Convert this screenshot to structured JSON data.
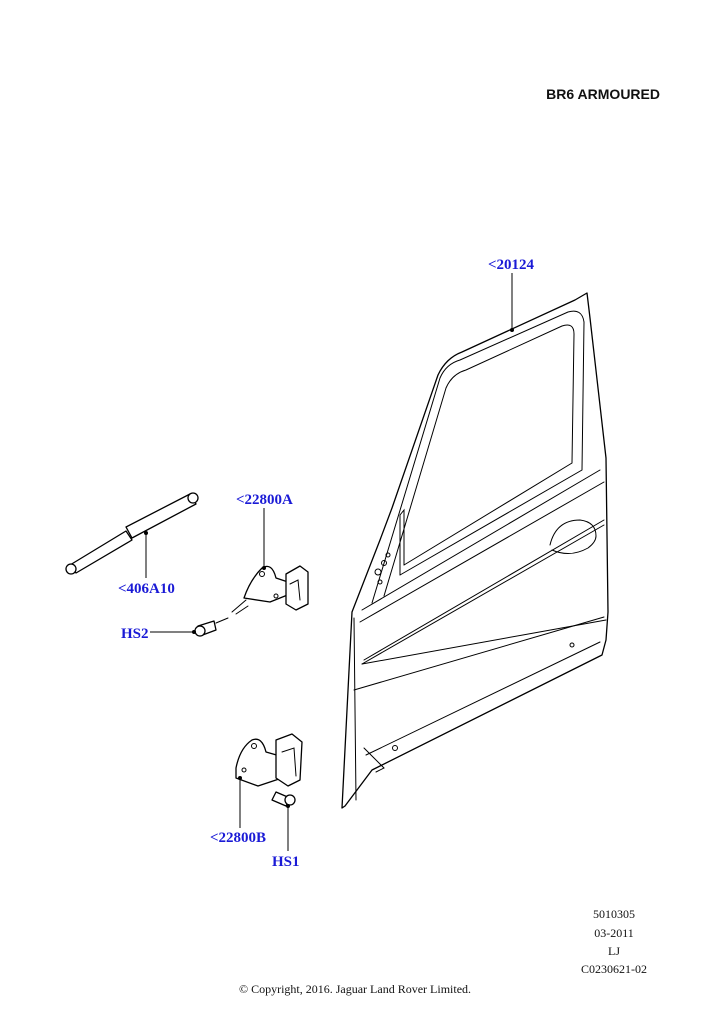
{
  "heading": "BR6 ARMOURED",
  "callouts": {
    "door": "<20124",
    "upper_hinge": "<22800A",
    "gas_strut": "<406A10",
    "upper_bolt": "HS2",
    "lower_hinge": "<22800B",
    "lower_bolt": "HS1"
  },
  "meta": {
    "number": "5010305",
    "date": "03-2011",
    "initials": "LJ",
    "code": "C0230621-02"
  },
  "copyright": "© Copyright, 2016. Jaguar Land Rover Limited.",
  "colors": {
    "callout_text": "#1a1ad6",
    "line": "#000000"
  }
}
